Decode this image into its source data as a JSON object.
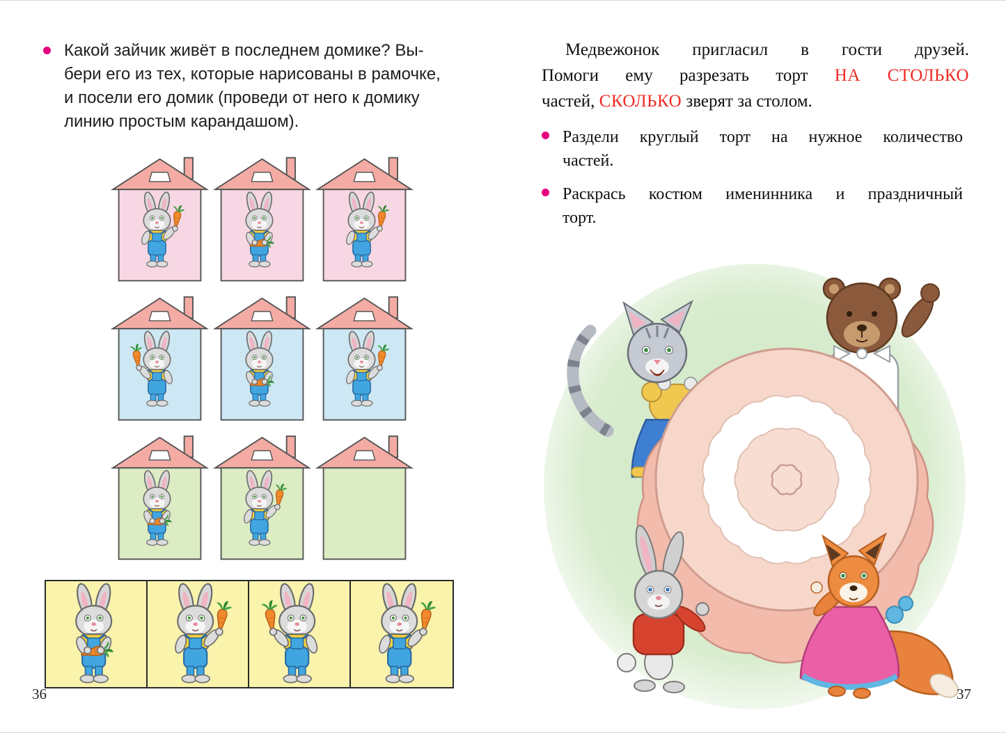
{
  "left_page": {
    "page_number": "36",
    "bullet_color": "#e5007d",
    "task": {
      "lines": [
        "Какой зайчик живёт в последнем домике? Вы-",
        "бери его из тех, которые нарисованы в рамочке,",
        "и посели его домик (проведи от него к домику",
        "линию простым карандашом)."
      ]
    },
    "house_rows": [
      {
        "wall_color": "#f7d7e3",
        "roof_color": "#f3aba4",
        "bunnies": [
          "raise-right",
          "held",
          "raise-right"
        ]
      },
      {
        "wall_color": "#cde7f4",
        "roof_color": "#f3aba4",
        "bunnies": [
          "raise-left",
          "held",
          "raise-right"
        ]
      },
      {
        "wall_color": "#dcecc3",
        "roof_color": "#f3aba4",
        "bunnies": [
          "held",
          "raise-right",
          null
        ]
      }
    ],
    "choices": {
      "bg": "#faf3ac",
      "bunnies": [
        "held",
        "raise-right",
        "raise-left",
        "raise-right"
      ]
    }
  },
  "right_page": {
    "page_number": "37",
    "red_color": "#ee2a22",
    "paragraph_lines": [
      {
        "segments": [
          {
            "t": "Медвежонок пригласил в гости друзей.",
            "red": false
          }
        ],
        "indent": true,
        "justify": true
      },
      {
        "segments": [
          {
            "t": "Помоги ему разрезать торт ",
            "red": false
          },
          {
            "t": "НА СТОЛЬКО",
            "red": true
          }
        ],
        "indent": false,
        "justify": true
      },
      {
        "segments": [
          {
            "t": "частей, ",
            "red": false
          },
          {
            "t": "СКОЛЬКО",
            "red": true
          },
          {
            "t": " зверят за столом.",
            "red": false
          }
        ],
        "indent": false,
        "justify": false
      }
    ],
    "bullets": [
      {
        "lines": [
          "Раздели круглый торт на нужное количество",
          "частей."
        ]
      },
      {
        "lines": [
          "Раскрась костюм именинника и праздничный",
          "торт."
        ]
      }
    ],
    "illustration": {
      "characters": [
        "cat",
        "bear",
        "bunny",
        "fox"
      ],
      "cake_color": "#f8d7cb",
      "background_color": "#cfe8c6"
    }
  }
}
